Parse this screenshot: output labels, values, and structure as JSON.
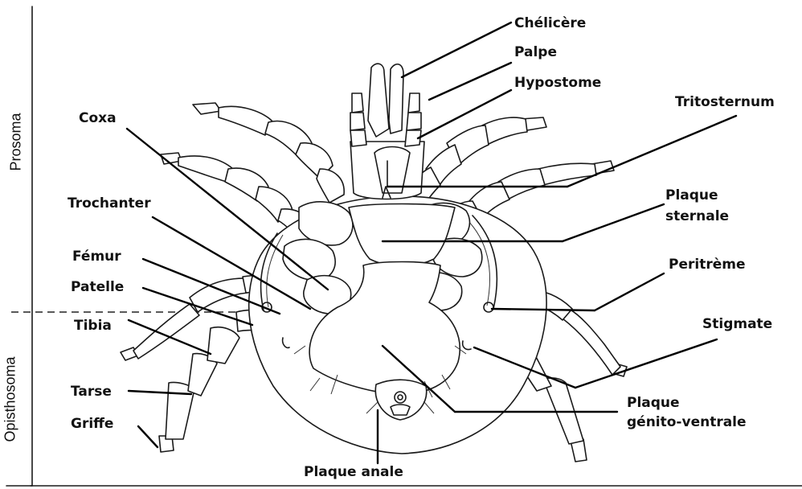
{
  "sections": {
    "prosoma": "Prosoma",
    "opisthosoma": "Opisthosoma"
  },
  "labels": {
    "chelicere": "Chélicère",
    "palpe": "Palpe",
    "hypostome": "Hypostome",
    "tritosternum": "Tritosternum",
    "coxa": "Coxa",
    "trochanter": "Trochanter",
    "femur": "Fémur",
    "patelle": "Patelle",
    "tibia": "Tibia",
    "tarse": "Tarse",
    "griffe": "Griffe",
    "plaque_sternale_1": "Plaque",
    "plaque_sternale_2": "sternale",
    "peritreme": "Peritrème",
    "stigmate": "Stigmate",
    "plaque_gv_1": "Plaque",
    "plaque_gv_2": "génito-ventrale",
    "plaque_anale": "Plaque anale"
  }
}
